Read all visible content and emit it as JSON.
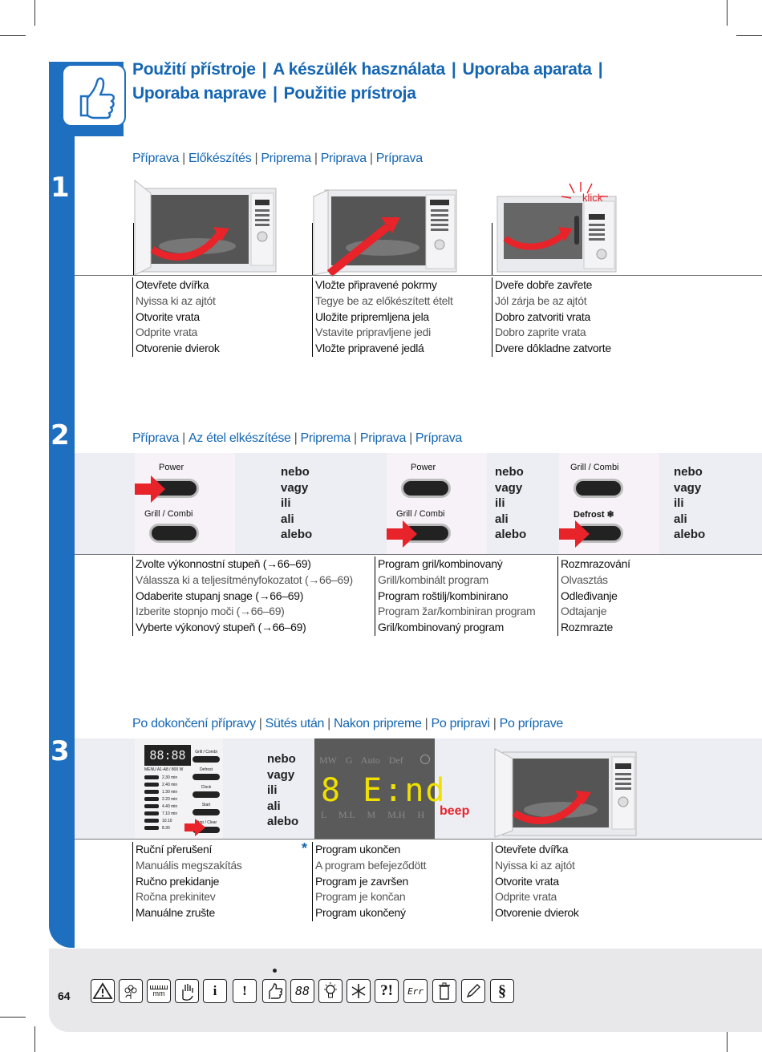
{
  "header": {
    "title_line1": [
      "Použití přístroje",
      "A készülék használata",
      "Uporaba aparata"
    ],
    "title_line2": [
      "Uporaba naprave",
      "Použitie prístroja"
    ]
  },
  "sections": [
    {
      "number": "1",
      "heading": [
        "Příprava",
        "Előkészítés",
        "Priprema",
        "Priprava",
        "Príprava"
      ],
      "steps": [
        {
          "lines": [
            "Otevřete dvířka",
            "Nyissa ki az ajtót",
            "Otvorite vrata",
            "Odprite vrata",
            "Otvorenie dvierok"
          ]
        },
        {
          "lines": [
            "Vložte připravené pokrmy",
            "Tegye be az előkészített ételt",
            "Uložite pripremljena jela",
            "Vstavite pripravljene jedi",
            "Vložte pripravené jedlá"
          ]
        },
        {
          "lines": [
            "Dveře dobře zavřete",
            "Jól zárja be az ajtót",
            "Dobro zatvoriti vrata",
            "Dobro zaprite vrata",
            "Dvere dôkladne zatvorte"
          ],
          "sound": "klick"
        }
      ]
    },
    {
      "number": "2",
      "heading": [
        "Příprava",
        "Az étel elkészítése",
        "Priprema",
        "Priprava",
        "Príprava"
      ],
      "panels": [
        {
          "top_button": "Power",
          "bottom_button": "Grill / Combi"
        },
        {
          "top_button": "Power",
          "bottom_button": "Grill / Combi"
        },
        {
          "top_button": "Grill / Combi",
          "bottom_button": "Defrost ❄"
        }
      ],
      "or_words": [
        "nebo",
        "vagy",
        "ili",
        "ali",
        "alebo"
      ],
      "steps": [
        {
          "lines": [
            "Zvolte výkonnostní stupeň (→66–69)",
            "Válassza ki a teljesítményfokozatot (→66–69)",
            "Odaberite stupanj snage (→66–69)",
            "Izberite stopnjo moči (→66–69)",
            "Vyberte výkonový stupeň (→66–69)"
          ]
        },
        {
          "lines": [
            "Program gril/kombinovaný",
            "Grill/kombinált program",
            "Program roštilj/kombinirano",
            "Program žar/kombiniran program",
            "Gril/kombinovaný program"
          ]
        },
        {
          "lines": [
            "Rozmrazování",
            "Olvasztás",
            "Odleđivanje",
            "Odtajanje",
            "Rozmrazte"
          ]
        }
      ]
    },
    {
      "number": "3",
      "heading": [
        "Po dokončení přípravy",
        "Sütés után",
        "Nakon pripreme",
        "Po pripravi",
        "Po príprave"
      ],
      "or_words": [
        "nebo",
        "vagy",
        "ili",
        "ali",
        "alebo"
      ],
      "display": {
        "labels_top": [
          "MW",
          "G",
          "Auto",
          "Def"
        ],
        "text": "8 E:nd",
        "labels_bottom": [
          "L",
          "M.L",
          "M",
          "M.H",
          "H"
        ],
        "beep": "beep"
      },
      "control_panel": {
        "buttons": [
          "Grill / Combi",
          "Defrost",
          "Clock",
          "Start",
          "Stop / Clear"
        ],
        "menu_label": "MENU A1-A8 / 800 W",
        "menu_rows": [
          "2.30 min",
          "2.40 min",
          "1.30 min",
          "2.20 min",
          "4.40 min",
          "7.10 min",
          "10.10",
          "8.30"
        ]
      },
      "note_mark": "*",
      "steps": [
        {
          "lines": [
            "Ruční přerušení",
            "Manuális megszakítás",
            "Ručno prekidanje",
            "Ročna prekinitev",
            "Manuálne zrušte"
          ]
        },
        {
          "lines": [
            "Program ukončen",
            "A program befejeződött",
            "Program je završen",
            "Program je končan",
            "Program ukončený"
          ]
        },
        {
          "lines": [
            "Otevřete dvířka",
            "Nyissa ki az ajtót",
            "Otvorite vrata",
            "Odprite vrata",
            "Otvorenie dvierok"
          ]
        }
      ]
    }
  ],
  "footer": {
    "page_number": "64",
    "icons": [
      "warning-icon",
      "flower-icon",
      "ruler-mm-icon",
      "hand-icon",
      "info-icon",
      "exclamation-icon",
      "thumbs-up-icon",
      "display-88-icon",
      "lightbulb-icon",
      "star-icon",
      "question-exclamation-icon",
      "err-icon",
      "trash-icon",
      "pencil-icon",
      "paragraph-icon"
    ],
    "icon_labels": {
      "mm": "mm",
      "i": "i",
      "excl": "!",
      "d88": "88",
      "qe": "?!",
      "err": "Err",
      "par": "§"
    }
  },
  "colors": {
    "accent": "#1466b3",
    "sidebar": "#1e6fc0",
    "arrow": "#e8232a",
    "band": "#eceef3",
    "display_bg": "#5a5a5a",
    "display_text": "#f0e000"
  }
}
